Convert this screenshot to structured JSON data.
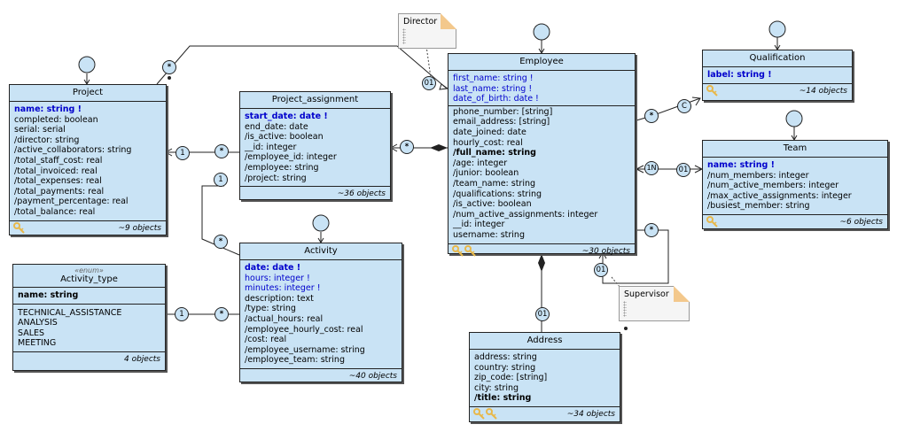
{
  "classes": {
    "project": {
      "title": "Project",
      "attrs": [
        {
          "text": "name: string !",
          "style": "required-bold"
        },
        {
          "text": "completed: boolean",
          "style": "plain"
        },
        {
          "text": "serial: serial",
          "style": "plain"
        },
        {
          "text": "/director: string",
          "style": "plain"
        },
        {
          "text": "/active_collaborators: string",
          "style": "plain"
        },
        {
          "text": "/total_staff_cost: real",
          "style": "plain"
        },
        {
          "text": "/total_invoiced: real",
          "style": "plain"
        },
        {
          "text": "/total_expenses: real",
          "style": "plain"
        },
        {
          "text": "/total_payments: real",
          "style": "plain"
        },
        {
          "text": "/payment_percentage: real",
          "style": "plain"
        },
        {
          "text": "/total_balance: real",
          "style": "plain"
        }
      ],
      "count": "~9 objects"
    },
    "project_assignment": {
      "title": "Project_assignment",
      "attrs": [
        {
          "text": "start_date: date !",
          "style": "required-bold"
        },
        {
          "text": "end_date: date",
          "style": "plain"
        },
        {
          "text": "/is_active: boolean",
          "style": "plain"
        },
        {
          "text": "__id: integer",
          "style": "plain"
        },
        {
          "text": "/employee_id: integer",
          "style": "plain"
        },
        {
          "text": "/employee: string",
          "style": "plain"
        },
        {
          "text": "/project: string",
          "style": "plain"
        }
      ],
      "count": "~36 objects"
    },
    "employee": {
      "title": "Employee",
      "attrs_required": [
        {
          "text": "first_name: string !",
          "style": "required"
        },
        {
          "text": "last_name: string !",
          "style": "required"
        },
        {
          "text": "date_of_birth: date !",
          "style": "required"
        }
      ],
      "attrs": [
        {
          "text": "phone_number: [string]",
          "style": "plain"
        },
        {
          "text": "email_address: [string]",
          "style": "plain"
        },
        {
          "text": "date_joined: date",
          "style": "plain"
        },
        {
          "text": "hourly_cost: real",
          "style": "plain"
        },
        {
          "text": "/full_name: string",
          "style": "bold"
        },
        {
          "text": "/age: integer",
          "style": "plain"
        },
        {
          "text": "/junior: boolean",
          "style": "plain"
        },
        {
          "text": "/team_name: string",
          "style": "plain"
        },
        {
          "text": "/qualifications: string",
          "style": "plain"
        },
        {
          "text": "/is_active: boolean",
          "style": "plain"
        },
        {
          "text": "/num_active_assignments: integer",
          "style": "plain"
        },
        {
          "text": "__id: integer",
          "style": "plain"
        },
        {
          "text": "username: string",
          "style": "plain"
        }
      ],
      "count": "~30 objects"
    },
    "qualification": {
      "title": "Qualification",
      "attrs": [
        {
          "text": "label: string !",
          "style": "required-bold"
        }
      ],
      "count": "~14 objects"
    },
    "team": {
      "title": "Team",
      "attrs": [
        {
          "text": "name: string !",
          "style": "required-bold"
        },
        {
          "text": "/num_members: integer",
          "style": "plain"
        },
        {
          "text": "/num_active_members: integer",
          "style": "plain"
        },
        {
          "text": "/max_active_assignments: integer",
          "style": "plain"
        },
        {
          "text": "/busiest_member: string",
          "style": "plain"
        }
      ],
      "count": "~6 objects"
    },
    "activity": {
      "title": "Activity",
      "attrs": [
        {
          "text": "date: date !",
          "style": "required-bold"
        },
        {
          "text": "hours: integer !",
          "style": "required"
        },
        {
          "text": "minutes: integer !",
          "style": "required"
        },
        {
          "text": "description: text",
          "style": "plain"
        },
        {
          "text": "/type: string",
          "style": "plain"
        },
        {
          "text": "/actual_hours: real",
          "style": "plain"
        },
        {
          "text": "/employee_hourly_cost: real",
          "style": "plain"
        },
        {
          "text": "/cost: real",
          "style": "plain"
        },
        {
          "text": "/employee_username: string",
          "style": "plain"
        },
        {
          "text": "/employee_team: string",
          "style": "plain"
        }
      ],
      "count": "~40 objects"
    },
    "activity_type": {
      "stereotype": "«enum»",
      "title": "Activity_type",
      "attrs": [
        {
          "text": "name: string",
          "style": "bold"
        }
      ],
      "values": [
        "TECHNICAL_ASSISTANCE",
        "ANALYSIS",
        "SALES",
        "MEETING"
      ],
      "count": "4 objects"
    },
    "address": {
      "title": "Address",
      "attrs": [
        {
          "text": "address: string",
          "style": "plain"
        },
        {
          "text": "country: string",
          "style": "plain"
        },
        {
          "text": "zip_code: [string]",
          "style": "plain"
        },
        {
          "text": "city: string",
          "style": "plain"
        },
        {
          "text": "/title: string",
          "style": "bold"
        }
      ],
      "count": "~34 objects"
    }
  },
  "multiplicities": {
    "proj_director": "*",
    "emp_director": "01",
    "proj_pa": "1",
    "pa_proj": "*",
    "pa_emp": "*",
    "pa_act": "1",
    "act_pa": "*",
    "emp_qual": "*",
    "qual_emp": "C",
    "emp_team": "1N",
    "team_emp": "01",
    "emp_super": "*",
    "super_emp": "01",
    "emp_addr": "01",
    "type_act": "1",
    "act_type": "*"
  },
  "notes": {
    "director": "Director",
    "supervisor": "Supervisor"
  },
  "colors": {
    "class_fill": "#c9e3f5",
    "required_text": "#0000cc",
    "key_icon": "#e8b84a"
  }
}
